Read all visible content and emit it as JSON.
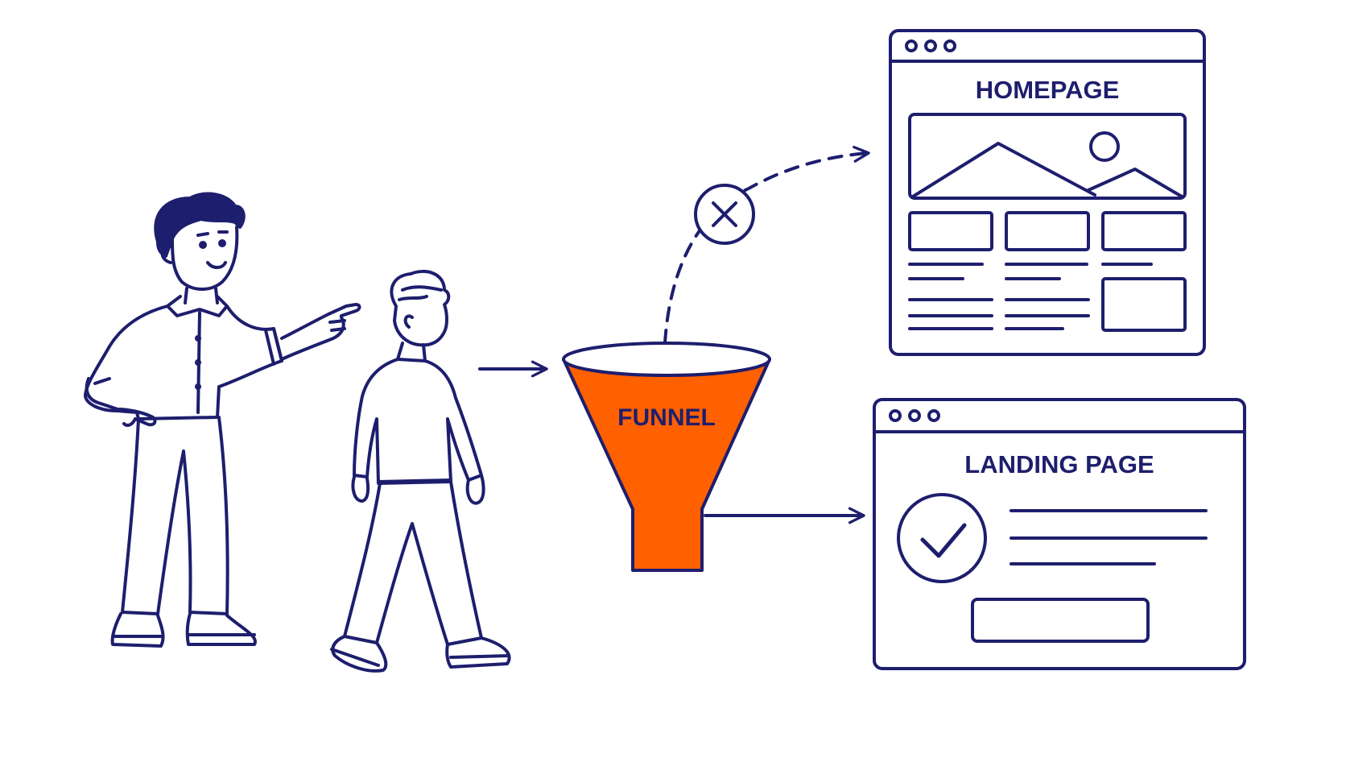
{
  "colors": {
    "ink": "#1e1e6e",
    "funnel_fill": "#ff6000",
    "background": "#ffffff"
  },
  "funnel": {
    "label": "FUNNEL",
    "icon": "funnel-icon"
  },
  "homepage_window": {
    "title": "HOMEPAGE",
    "hero_icon": "mountain-image-icon",
    "status_icon": "x-circle-icon",
    "status": "rejected"
  },
  "landing_window": {
    "title": "LANDING PAGE",
    "status_icon": "check-circle-icon",
    "status": "approved"
  },
  "people": [
    {
      "role": "pointing-man"
    },
    {
      "role": "walking-visitor"
    }
  ]
}
